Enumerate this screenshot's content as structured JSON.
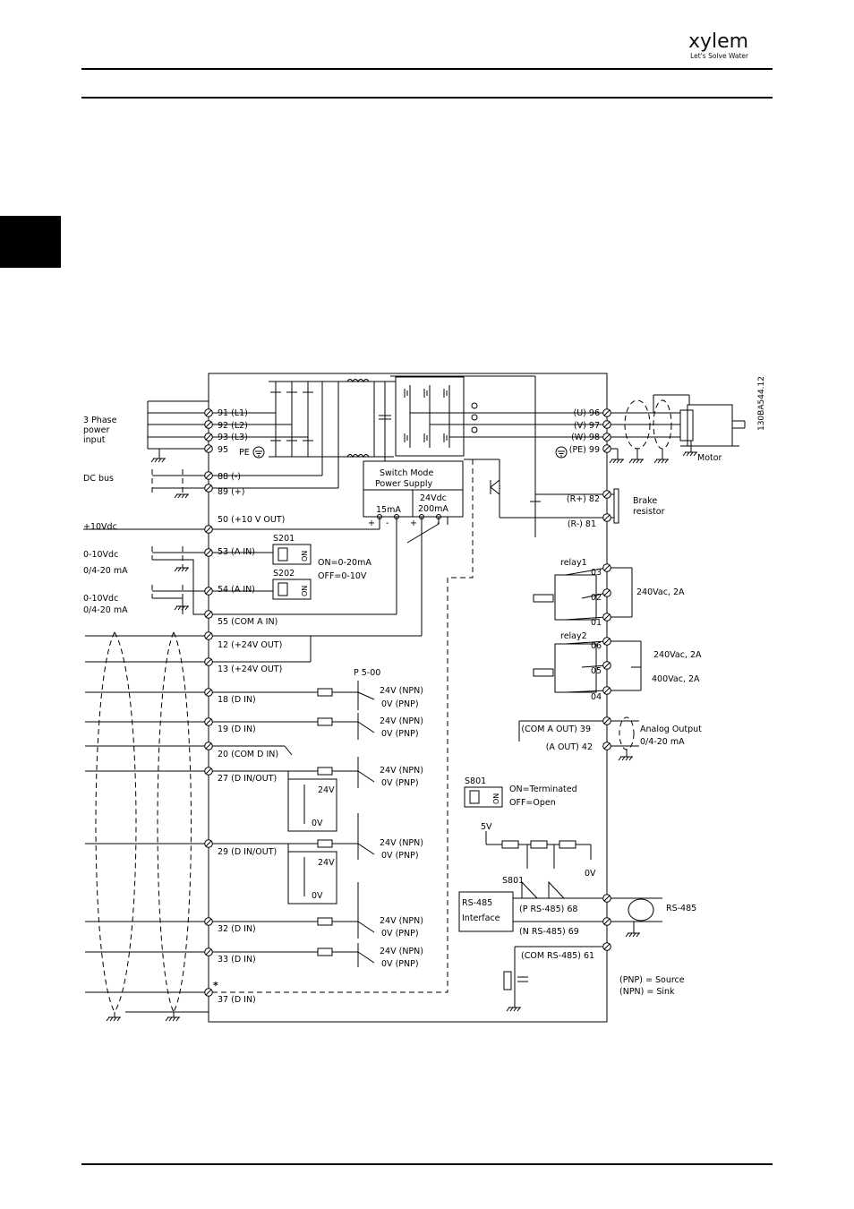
{
  "header": {
    "brand": "xylem",
    "tagline": "Let's Solve Water"
  },
  "drawing_code": "130BA544.12",
  "left_labels": {
    "three_phase": [
      "3 Phase",
      "power",
      "input"
    ],
    "dc_bus": "DC bus",
    "plus10": "+10Vdc",
    "ain1": [
      "0-10Vdc",
      "0/4-20 mA"
    ],
    "ain2": [
      "0-10Vdc",
      "0/4-20 mA"
    ]
  },
  "terminals_left": {
    "t91": "91 (L1)",
    "t92": "92 (L2)",
    "t93": "93 (L3)",
    "t95": "95",
    "pe": "PE",
    "t88": "88 (-)",
    "t89": "89 (+)",
    "t50": "50 (+10 V OUT)",
    "t53": "53 (A IN)",
    "t54": "54 (A IN)",
    "t55": "55 (COM A IN)",
    "t12": "12 (+24V OUT)",
    "t13": "13 (+24V OUT)",
    "t18": "18 (D IN)",
    "t19": "19 (D IN)",
    "t20": "20   (COM D IN)",
    "t27": "27   (D IN/OUT)",
    "t29": "29   (D IN/OUT)",
    "t32": "32 (D IN)",
    "t33": "33 (D IN)",
    "t37": "37 (D IN)",
    "star": "*"
  },
  "switches": {
    "s201": "S201",
    "s202": "S202",
    "on": "ON",
    "on_020": "ON=0-20mA",
    "off_010": "OFF=0-10V",
    "s801": "S801",
    "on_term": "ON=Terminated",
    "off_open": "OFF=Open",
    "s801b": "S801"
  },
  "power_supply": {
    "title1": "Switch Mode",
    "title2": "Power Supply",
    "ma15": "15mA",
    "v24": "24Vdc",
    "ma200": "200mA",
    "plus1": "+",
    "minus1": "-",
    "plus2": "+",
    "minus2": "-"
  },
  "digital": {
    "p500": "P 5-00",
    "npn": "24V (NPN)",
    "pnp": "0V (PNP)",
    "v24": "24V",
    "v0": "0V"
  },
  "terminals_right": {
    "t96": "(U) 96",
    "t97": "(V) 97",
    "t98": "(W) 98",
    "t99": "(PE) 99",
    "t82": "(R+) 82",
    "t81": "(R-) 81",
    "relay1": "relay1",
    "t03": "03",
    "t02": "02",
    "t01": "01",
    "relay2": "relay2",
    "t06": "06",
    "t05": "05",
    "t04": "04",
    "t39": "(COM A OUT) 39",
    "t42": "(A OUT) 42",
    "t68": "(P RS-485) 68",
    "t69": "(N RS-485) 69",
    "t61": "(COM RS-485) 61",
    "v5": "5V",
    "v0": "0V",
    "rs485_if1": "RS-485",
    "rs485_if2": "Interface"
  },
  "right_labels": {
    "motor": "Motor",
    "brake1": "Brake",
    "brake2": "resistor",
    "relay1_rating": "240Vac, 2A",
    "relay2_rating1": "240Vac, 2A",
    "relay2_rating2": "400Vac, 2A",
    "aout1": "Analog Output",
    "aout2": "0/4-20 mA",
    "rs485": "RS-485",
    "pnp_source": "(PNP) = Source",
    "npn_sink": "(NPN) = Sink"
  }
}
